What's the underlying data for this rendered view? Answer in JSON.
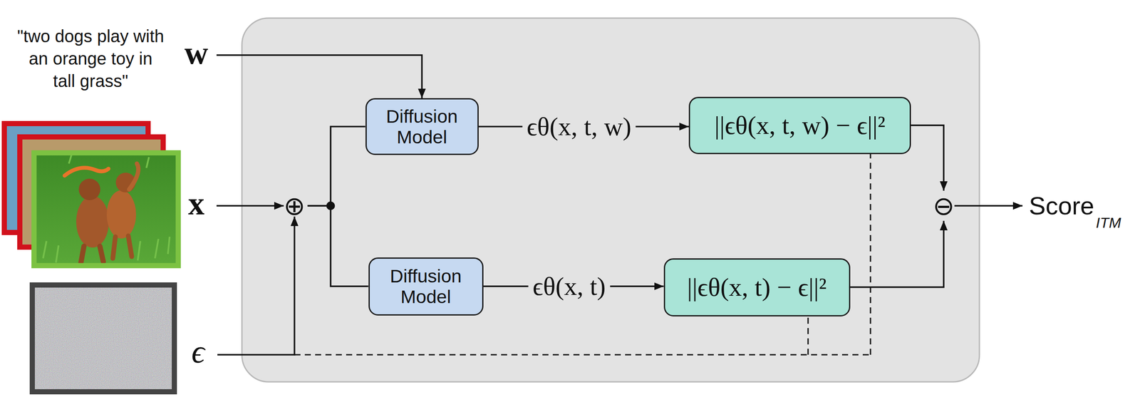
{
  "diagram": {
    "nodes": [
      {
        "text": [
          "⊕"
        ]
      },
      {
        "text": [
          "Diffusion Model"
        ]
      },
      {
        "text": [
          "||ϵθ(x, t, w) − ϵ||²"
        ]
      },
      {
        "text": [
          "Diffusion Model"
        ]
      },
      {
        "text": [
          "||ϵθ(x, t) − ϵ||²"
        ]
      },
      {
        "text": [
          "⊖"
        ]
      }
    ],
    "edges": [
      {
        "from": 0,
        "to": 1,
        "arrow": "none"
      },
      {
        "from": 0,
        "to": 3,
        "arrow": "none"
      },
      {
        "from": 1,
        "to": 2,
        "label": "ϵθ(x, t, w)",
        "arrow": "to"
      },
      {
        "from": 3,
        "to": 4,
        "label": "ϵθ(x, t)",
        "arrow": "to"
      },
      {
        "from": 2,
        "to": 5,
        "arrow": "to"
      },
      {
        "from": 4,
        "to": 5,
        "arrow": "to"
      }
    ],
    "labels": [
      "\"two dogs play with an orange toy in tall grass\"",
      "w",
      "x",
      "ϵ",
      "Score",
      "ITM"
    ]
  }
}
